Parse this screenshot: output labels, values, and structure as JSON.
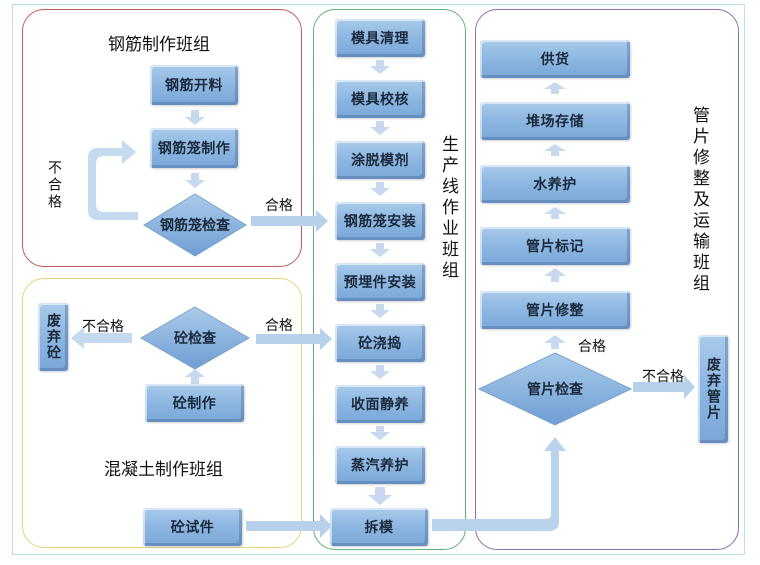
{
  "colors": {
    "node_fill": "#8fb8e2",
    "arrow_fill": "#b7d1ea",
    "small_arrow_fill": "#c8d8ee",
    "rebar_group_border": "#c55a5a",
    "concrete_group_border": "#e6d27a",
    "line_group_border": "#5fb07a",
    "segment_group_border": "#8e6da8",
    "frame_border": "#b9e2ee"
  },
  "groups": {
    "rebar": {
      "title": "钢筋制作班组",
      "nodes": {
        "cutting": "钢筋开料",
        "cage_making": "钢筋笼制作",
        "cage_check": "钢筋笼检查"
      },
      "fail_label": "不合格",
      "pass_label": "合格"
    },
    "concrete": {
      "title": "混凝土制作班组",
      "nodes": {
        "making": "砼制作",
        "check": "砼检查",
        "waste": "废弃砼",
        "test_piece": "砼试件"
      },
      "fail_label": "不合格",
      "pass_label": "合格"
    },
    "production_line": {
      "title": "生产线作业班组",
      "steps": [
        "模具清理",
        "模具校核",
        "涂脱模剂",
        "钢筋笼安装",
        "预埋件安装",
        "砼浇捣",
        "收面静养",
        "蒸汽养护",
        "拆模"
      ]
    },
    "segment": {
      "title": "管片修整及运输班组",
      "steps_bottom_up": [
        "管片修整",
        "管片标记",
        "水养护",
        "堆场存储",
        "供货"
      ],
      "check": "管片检查",
      "waste": "废弃管片",
      "pass_label": "合格",
      "fail_label": "不合格"
    }
  }
}
